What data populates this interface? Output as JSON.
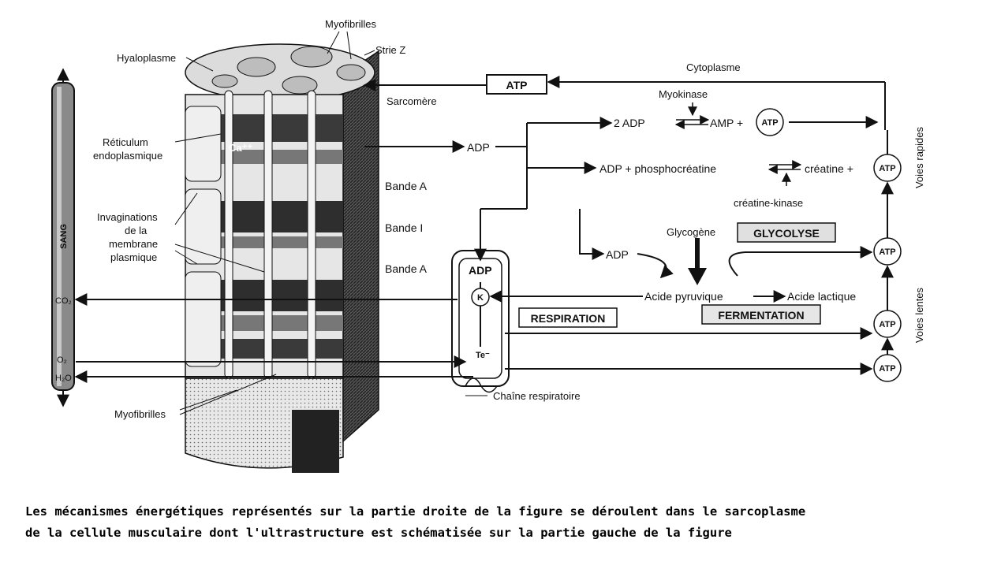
{
  "labels": {
    "myofibrilles_top": "Myofibrilles",
    "strie_z": "Strie Z",
    "hyaloplasme": "Hyaloplasme",
    "cytoplasme": "Cytoplasme",
    "sarcomere": "Sarcomère",
    "reticulum_1": "Réticulum",
    "reticulum_2": "endoplasmique",
    "ca": "Ca⁺⁺",
    "bande_a_1": "Bande A",
    "bande_i": "Bande I",
    "bande_a_2": "Bande A",
    "invag_1": "Invaginations",
    "invag_2": "de la",
    "invag_3": "membrane",
    "invag_4": "plasmique",
    "myofibrilles_bottom": "Myofibrilles",
    "sang": "SANG",
    "co2": "CO₂",
    "o2": "O₂",
    "h2o": "H₂O",
    "chaine": "Chaîne respiratoire"
  },
  "reactions": {
    "atp_box": "ATP",
    "myokinase": "Myokinase",
    "two_adp": "2 ADP",
    "amp_plus": "AMP +",
    "adp": "ADP",
    "adp_phospho": "ADP + phosphocréatine",
    "creatine_plus": "créatine +",
    "creatine_kinase": "créatine-kinase",
    "glycogene": "Glycogène",
    "glycolyse": "GLYCOLYSE",
    "adp_lower": "ADP",
    "acide_pyruvique": "Acide pyruvique",
    "acide_lactique": "Acide lactique",
    "respiration": "RESPIRATION",
    "fermentation": "FERMENTATION",
    "mito_adp": "ADP",
    "k": "K",
    "te": "Te⁻",
    "voies_rapides": "Voies rapides",
    "voies_lentes": "Voies lentes",
    "atp_circle": "ATP"
  },
  "caption": {
    "line1": "Les mécanismes énergétiques représentés sur la partie droite de la figure se déroulent dans le sarcoplasme",
    "line2": "de la cellule musculaire dont l'ultrastructure est schématisée sur la partie gauche de la figure"
  }
}
